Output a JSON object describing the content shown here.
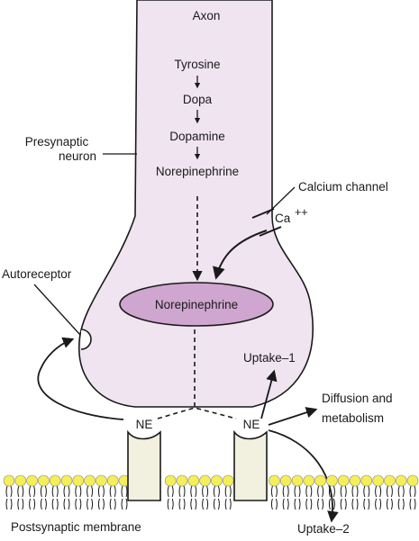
{
  "labels": {
    "axon": "Axon",
    "tyrosine": "Tyrosine",
    "dopa": "Dopa",
    "dopamine": "Dopamine",
    "norepinephrine_top": "Norepinephrine",
    "presynaptic_line1": "Presynaptic",
    "presynaptic_line2": "neuron",
    "calcium_channel": "Calcium channel",
    "ca": "Ca",
    "ca_charge": "++",
    "autoreceptor": "Autoreceptor",
    "vesicle": "Norepinephrine",
    "uptake1": "Uptake–1",
    "diffusion_line1": "Diffusion and",
    "diffusion_line2": "metabolism",
    "ne_left": "NE",
    "ne_right": "NE",
    "postsynaptic": "Postsynaptic membrane",
    "uptake2": "Uptake–2"
  },
  "colors": {
    "neuron_fill": "#f1e4f1",
    "vesicle_fill": "#cfa6cf",
    "receptor_fill": "#f2f0de",
    "lipid_head": "#f4ef58",
    "line": "#1a1a1a"
  }
}
